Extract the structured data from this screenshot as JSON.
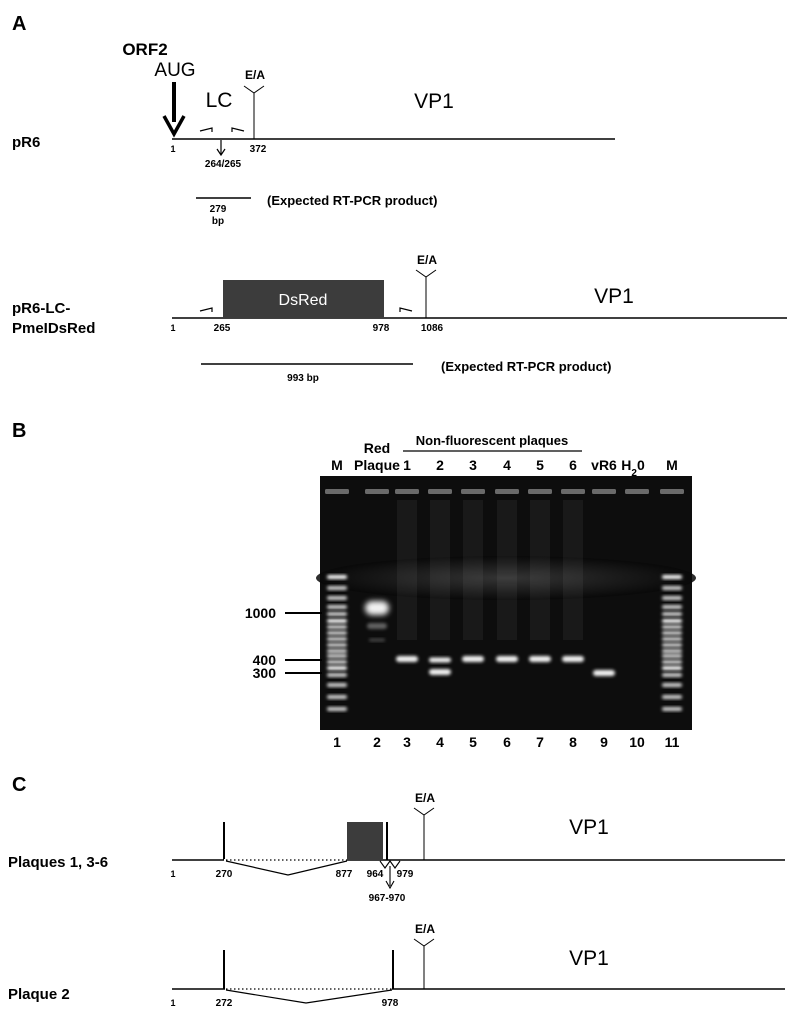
{
  "panel_a": {
    "label": "A",
    "pr6": {
      "name": "pR6",
      "orf2": "ORF2",
      "aug": "AUG",
      "lc": "LC",
      "ea": "E/A",
      "vp1": "VP1",
      "pos_1": "1",
      "pos_372": "372",
      "pos_264_265": "264/265",
      "product_size": "279",
      "product_unit": "bp",
      "product_label": "(Expected RT-PCR product)"
    },
    "dsred": {
      "name_line1": "pR6-LC-",
      "name_line2": "PmeIDsRed",
      "box_label": "DsRed",
      "ea": "E/A",
      "vp1": "VP1",
      "pos_1": "1",
      "pos_265": "265",
      "pos_978": "978",
      "pos_1086": "1086",
      "product_size": "993 bp",
      "product_label": "(Expected RT-PCR product)"
    }
  },
  "panel_b": {
    "label": "B",
    "red_plaque_line1": "Red",
    "red_plaque_line2": "Plaque",
    "nonfluor_header": "Non-fluorescent plaques",
    "top_lanes": [
      "M",
      "1",
      "2",
      "3",
      "4",
      "5",
      "6",
      "vR6",
      "H",
      "M"
    ],
    "h2o_sub": "2",
    "h2o_end": "0",
    "bottom_lanes": [
      "1",
      "2",
      "3",
      "4",
      "5",
      "6",
      "7",
      "8",
      "9",
      "10",
      "11"
    ],
    "markers": [
      "1000",
      "400",
      "300"
    ]
  },
  "panel_c": {
    "label": "C",
    "plaques13": {
      "name": "Plaques 1, 3-6",
      "ea": "E/A",
      "vp1": "VP1",
      "pos_1": "1",
      "pos_270": "270",
      "pos_877": "877",
      "pos_964": "964",
      "pos_979": "979",
      "pos_967_970": "967-970"
    },
    "plaque2": {
      "name": "Plaque 2",
      "ea": "E/A",
      "vp1": "VP1",
      "pos_1": "1",
      "pos_272": "272",
      "pos_978": "978"
    }
  }
}
